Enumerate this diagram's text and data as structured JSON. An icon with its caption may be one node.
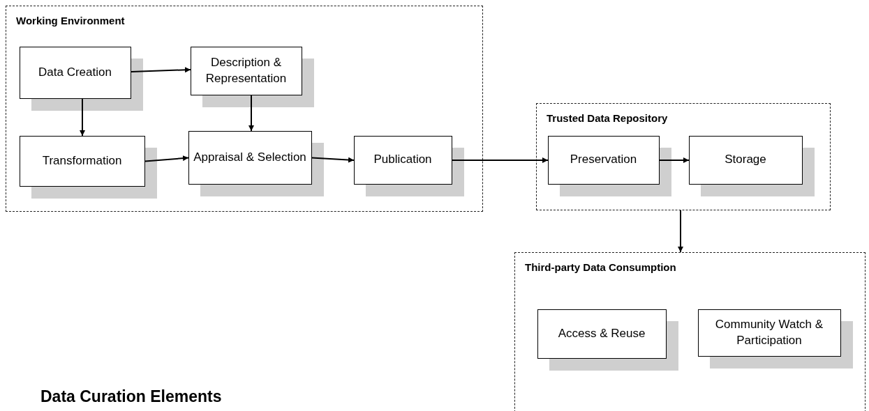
{
  "diagram": {
    "title": "Data Curation Elements",
    "nodes": [
      {
        "text": [
          "Working Environment"
        ]
      },
      {
        "text": [
          "Data Creation"
        ],
        "in": 0
      },
      {
        "text": [
          "Description & Representation"
        ],
        "in": 0
      },
      {
        "text": [
          "Transformation"
        ],
        "in": 0
      },
      {
        "text": [
          "Appraisal & Selection"
        ],
        "in": 0
      },
      {
        "text": [
          "Publication"
        ],
        "in": 0
      },
      {
        "text": [
          "Trusted Data Repository"
        ]
      },
      {
        "text": [
          "Preservation"
        ],
        "in": 6
      },
      {
        "text": [
          "Storage"
        ],
        "in": 6
      },
      {
        "text": [
          "Third-party Data Consumption"
        ]
      },
      {
        "text": [
          "Access & Reuse"
        ],
        "in": 9
      },
      {
        "text": [
          "Community Watch & Participation"
        ],
        "in": 9
      }
    ],
    "edges": [
      {
        "from": 1,
        "to": 2,
        "arrow": "to"
      },
      {
        "from": 1,
        "to": 3,
        "arrow": "to"
      },
      {
        "from": 2,
        "to": 4,
        "arrow": "to"
      },
      {
        "from": 3,
        "to": 4,
        "arrow": "to"
      },
      {
        "from": 4,
        "to": 5,
        "arrow": "to"
      },
      {
        "from": 5,
        "to": 7,
        "arrow": "to"
      },
      {
        "from": 7,
        "to": 8,
        "arrow": "to"
      },
      {
        "from": 6,
        "to": 9,
        "arrow": "to"
      }
    ]
  }
}
